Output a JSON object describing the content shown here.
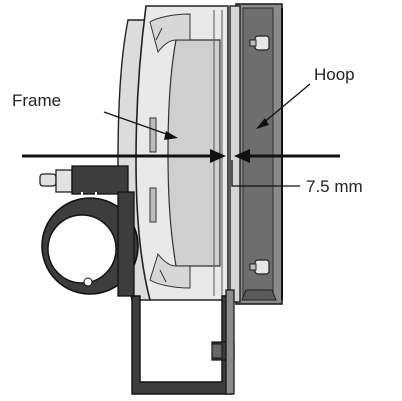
{
  "labels": {
    "frame": "Frame",
    "hoop": "Hoop",
    "gap": "7.5 mm"
  }
}
